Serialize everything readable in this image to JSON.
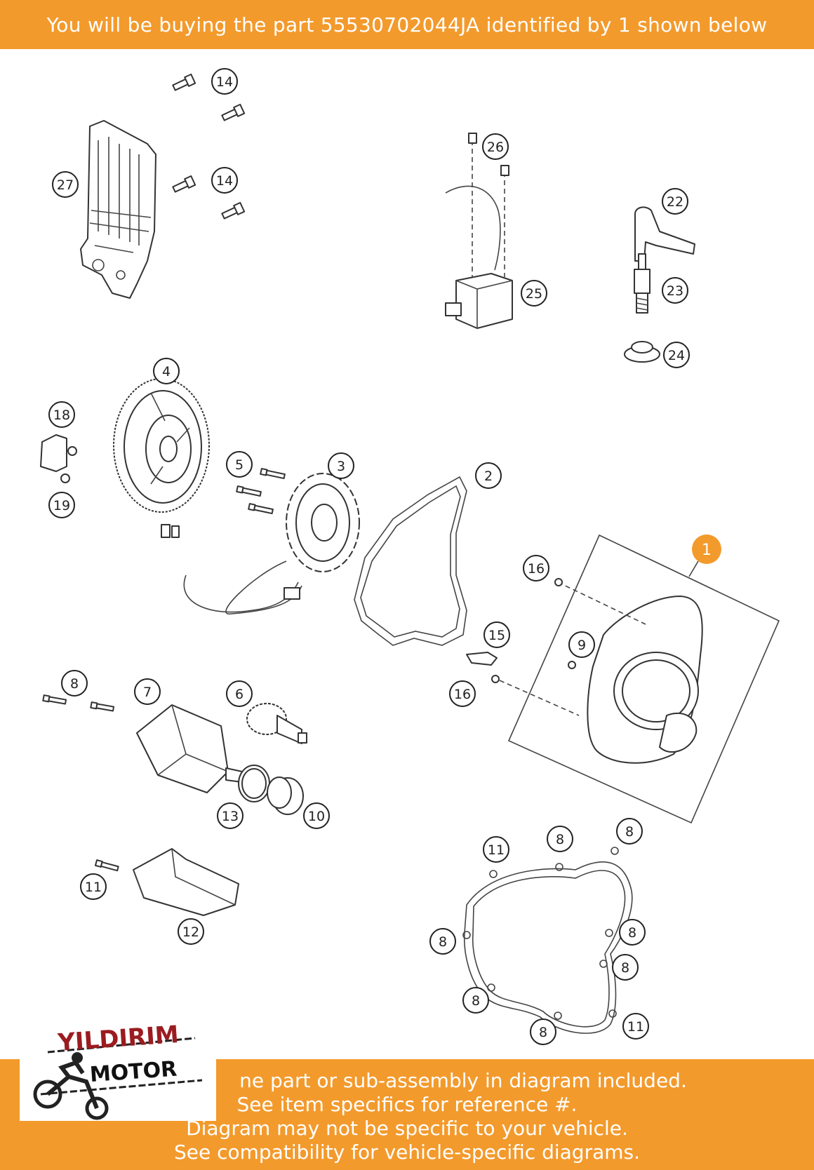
{
  "banner": {
    "text": "You will be buying the part 55530702044JA identified by 1 shown below",
    "color": "#F39A2C"
  },
  "callouts": {
    "c14a": "14",
    "c14b": "14",
    "c27": "27",
    "c26": "26",
    "c22": "22",
    "c25": "25",
    "c23": "23",
    "c24": "24",
    "c4": "4",
    "c18": "18",
    "c5": "5",
    "c3": "3",
    "c2": "2",
    "c19": "19",
    "c1": "1",
    "c16a": "16",
    "c9": "9",
    "c15": "15",
    "c16b": "16",
    "c8a": "8",
    "c7": "7",
    "c6": "6",
    "c13": "13",
    "c10": "10",
    "c11a": "11",
    "c8b": "8",
    "c8c": "8",
    "c11b": "11",
    "c12": "12",
    "c8d": "8",
    "c8e": "8",
    "c8f": "8",
    "c8g": "8",
    "c8h": "8",
    "c11c": "11"
  },
  "logo": {
    "line1": "YILDIRIM",
    "line2": "MOTOR"
  },
  "notes": {
    "line1": "ne part or sub-assembly in diagram included.",
    "line2": "See item specifics for reference #.",
    "line3": "Diagram may not be specific to your vehicle.",
    "line4": "See compatibility for vehicle-specific diagrams."
  }
}
